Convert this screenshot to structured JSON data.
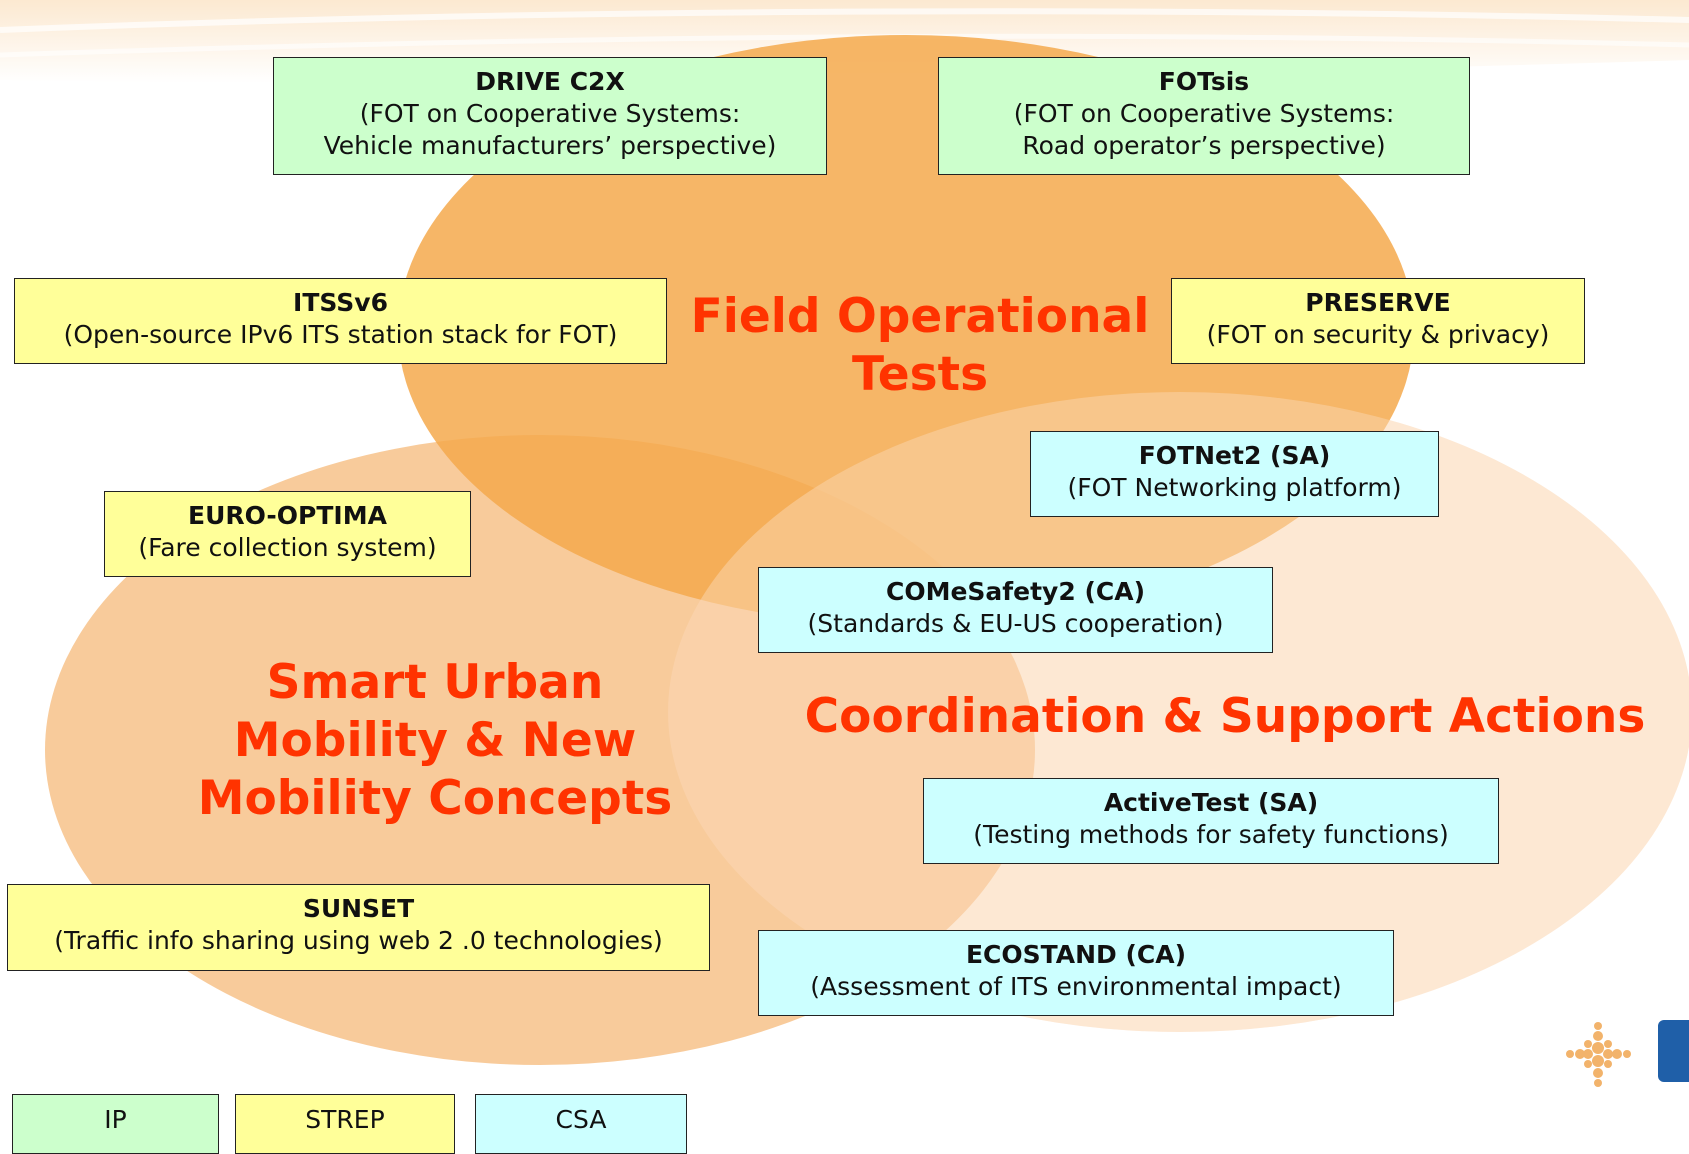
{
  "colors": {
    "ip": "#ccffcc",
    "strep": "#ffff99",
    "csa": "#ccffff",
    "region_text": "#ff3300",
    "fot_circle": "#f5a94c",
    "urban_circle": "#f6b97a",
    "coord_circle": "#fde6cf"
  },
  "regions": {
    "fot": "Field Operational Tests",
    "urban": "Smart Urban Mobility & New Mobility Concepts",
    "coord": "Coordination & Support Actions"
  },
  "projects": {
    "drive": {
      "title": "DRIVE C2X",
      "desc1": "(FOT on Cooperative Systems:",
      "desc2": "Vehicle manufacturers’ perspective)"
    },
    "fotsis": {
      "title": "FOTsis",
      "desc1": "(FOT on Cooperative Systems:",
      "desc2": "Road operator’s perspective)"
    },
    "itssv6": {
      "title": "ITSSv6",
      "desc1": "(Open-source IPv6 ITS station stack for FOT)"
    },
    "preserve": {
      "title": "PRESERVE",
      "desc1": "(FOT on security & privacy)"
    },
    "fotnet": {
      "title": "FOTNet2 (SA)",
      "desc1": "(FOT Networking platform)"
    },
    "euro": {
      "title": "EURO-OPTIMA",
      "desc1": "(Fare collection system)"
    },
    "comesafety": {
      "title": "COMeSafety2 (CA)",
      "desc1": "(Standards & EU-US cooperation)"
    },
    "activetest": {
      "title": "ActiveTest (SA)",
      "desc1": "(Testing methods for safety functions)"
    },
    "sunset": {
      "title": "SUNSET",
      "desc1": "(Traffic info sharing using web 2 .0 technologies)"
    },
    "ecostand": {
      "title": "ECOSTAND (CA)",
      "desc1": "(Assessment of ITS environmental impact)"
    }
  },
  "legend": {
    "ip": "IP",
    "strep": "STREP",
    "csa": "CSA"
  },
  "icons": {
    "logo": "dotted-cross-logo-icon",
    "flag": "eu-flag-icon"
  }
}
